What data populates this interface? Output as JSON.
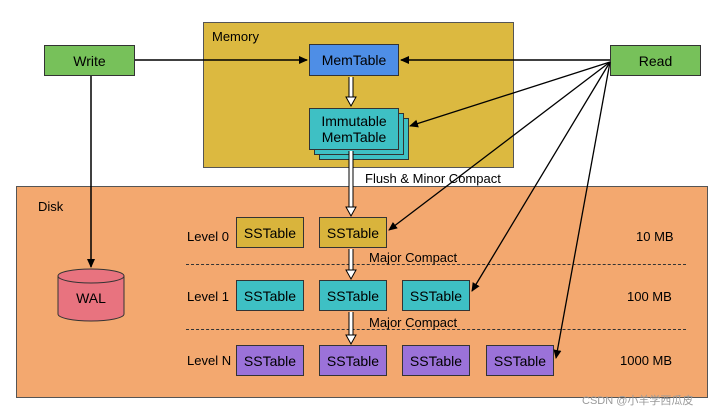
{
  "regions": {
    "memory_label": "Memory",
    "disk_label": "Disk"
  },
  "nodes": {
    "write": "Write",
    "read": "Read",
    "memtable": "MemTable",
    "immutable_line1": "Immutable",
    "immutable_line2": "MemTable",
    "wal": "WAL"
  },
  "annotations": {
    "flush": "Flush & Minor Compact",
    "major1": "Major Compact",
    "major2": "Major Compact"
  },
  "levels": [
    {
      "label": "Level 0",
      "size": "10 MB",
      "sstables": [
        "SSTable",
        "SSTable"
      ]
    },
    {
      "label": "Level 1",
      "size": "100 MB",
      "sstables": [
        "SSTable",
        "SSTable",
        "SSTable"
      ]
    },
    {
      "label": "Level N",
      "size": "1000 MB",
      "sstables": [
        "SSTable",
        "SSTable",
        "SSTable",
        "SSTable"
      ]
    }
  ],
  "watermark": "CSDN @小羊学西瓜皮",
  "colors": {
    "memory_bg": "#dcb940",
    "disk_bg": "#f3a86f",
    "write_read": "#77c15a",
    "memtable": "#4e8ee6",
    "immutable": "#3ec0c4",
    "level0": "#d9b43c",
    "level1": "#3ec0c4",
    "levelN": "#9b72d9",
    "wal": "#e8737f"
  }
}
